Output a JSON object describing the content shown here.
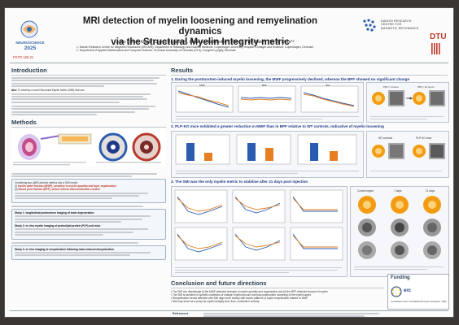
{
  "header": {
    "title_line1": "MRI detection of myelin loosening and remyelination dynamics",
    "title_line2": "via the Structural Myelin Integrity metric",
    "authors": "¹João Lima¹, Mario Corral-Bolaños¹², Hanna Vila-Merkle¹, Marco Pizzolato², Tim B. Dyhr¹²",
    "affil1": "1. Danish Research Centre for Magnetic Resonance (DRCMR), Department of Radiology and Nuclear Medicine, Copenhagen University Hospital – Amager and Hvidovre, Copenhagen, Denmark",
    "affil2": "2. Department of Applied Mathematics and Computer Science, Technical University of Denmark (DTU), Kongens Lyngby, Denmark",
    "conference": "NEUROSCIENCE",
    "year": "2025",
    "poster_id": "PSTR 165.21",
    "drcmr_line1": "DANISH RESEARCH",
    "drcmr_line2": "CENTRE FOR",
    "drcmr_line3": "MAGNETIC RESONANCE",
    "dtu": "DTU"
  },
  "left": {
    "intro_title": "Introduction",
    "aim_label": "Aim:",
    "aim_text": "To develop a novel Structural Myelin Metric (SMI) that can",
    "methods_title": "Methods",
    "study1": "Study 1: longitudinal postmortem imaging of brain degeneration",
    "study2": "Study 2: ex vivo myelin imaging of proteolipid protein (PLP)-null mice",
    "study3": "Study 3: ex vivo imaging of remyelination following toxin-induced demyelination",
    "method_box": "Combining two qMRI-derived metrics into a SMI metric:",
    "mwf_item": "myelin water fraction (MWF), sensitive to myelin quantity and layer organisation",
    "bpf_item": "bound pool fraction (BPF), which reflects macromolecular content"
  },
  "results": {
    "title": "Results",
    "r1": "1. During the postmortem-induced myelin loosening, the MWF progressively declined, whereas the BPF showed no significant change",
    "r1_p1": "MWF",
    "r1_p2": "BPF",
    "r1_p3": "SMI",
    "r1_pmi0": "PMI = 0 hours",
    "r1_pmi24": "PMI = 42 hours",
    "r2": "2. PLP-KO mice exhibited a greater reduction in MWF than in BPF relative to WT controls, indicative of myelin loosening",
    "r2_wt": "WT controls",
    "r2_ko": "PLP-KO mice",
    "r3": "3. The SMI was the only myelin metric to stabilise after 21 days post injection",
    "r3_c": "Control region",
    "r3_d7": "7 days",
    "r3_d21": "21 days"
  },
  "conclusion": {
    "title": "Conclusion and future directions",
    "b1": "The SMI can disentangle (i) the MWF-detected changes of myelin quantity and organisation and (ii) the BPF-detected amount of myelin",
    "b2": "The SMI is sensitive to specific conditions of change: myelin amount and post-postmortem loosening of the myelin layers",
    "b3": "Remyelination trends detected with SMI align more closely with known patterns of rapid remyelination relative to MWF",
    "b4": "SMI may serve as a proxy for myelin integrity and, thus, conduction velocity"
  },
  "footer": {
    "refs_label": "References",
    "funding_title": "Funding",
    "erc_label": "erc",
    "grant": "Consolidator Grant 101044180 (Principal Investigator: TBD)"
  },
  "colors": {
    "accent_blue": "#1f3a8a",
    "accent_red": "#c0392b",
    "orange": "#f39c12"
  }
}
